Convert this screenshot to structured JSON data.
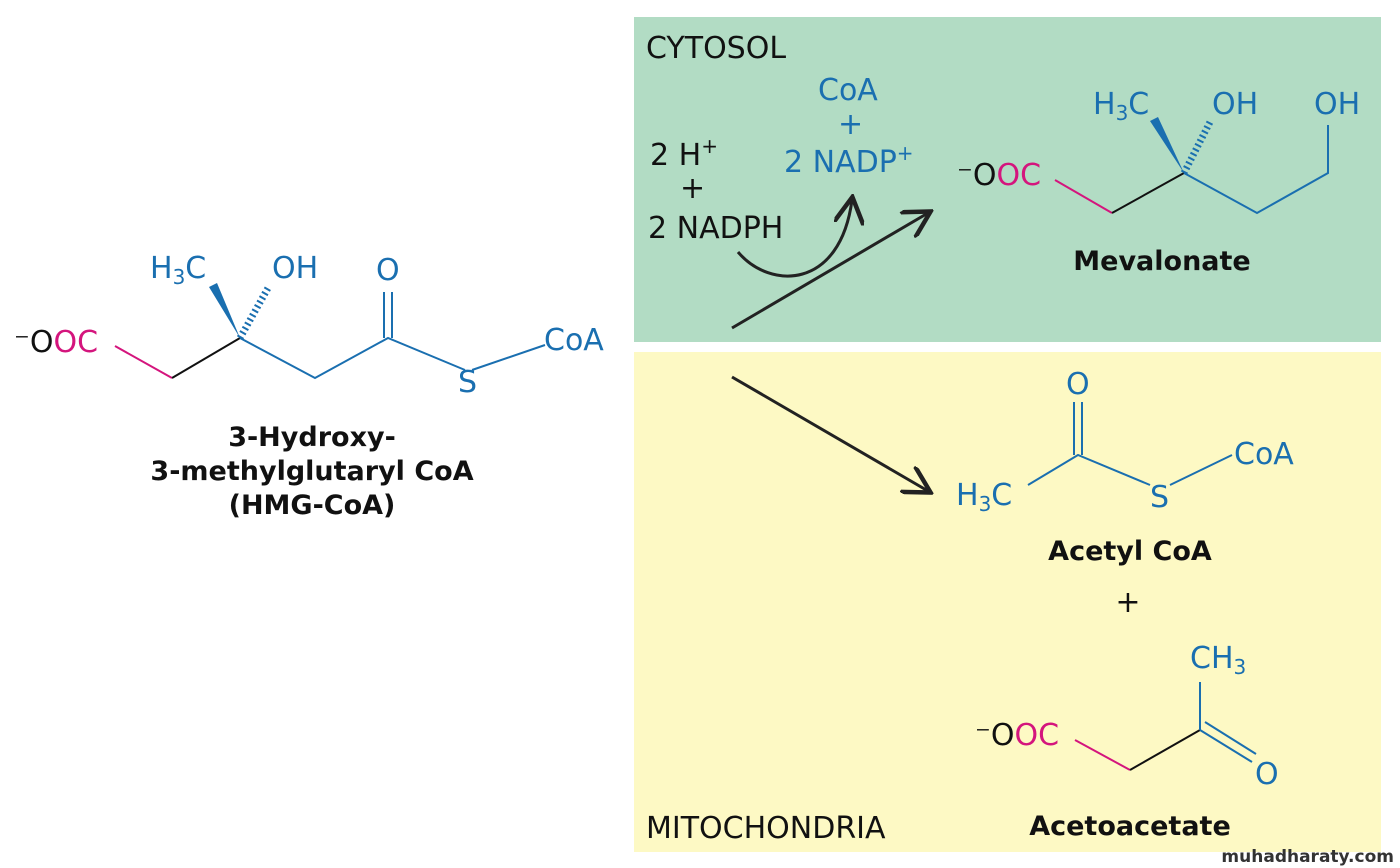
{
  "colors": {
    "cytosol_bg": "#b2dcc4",
    "mito_bg": "#fdf9c4",
    "blue": "#1a6fb0",
    "magenta": "#d4157d"
  },
  "hmg": {
    "ooc_minus": "⁻O",
    "ooc_oc": "OC",
    "h3c": "H",
    "h3c_sub": "3",
    "h3c_c": "C",
    "oh": "OH",
    "o": "O",
    "s": "S",
    "coa": "CoA",
    "name": [
      "3-Hydroxy-",
      "3-methylglutaryl CoA",
      "(HMG-CoA)"
    ]
  },
  "cytosol": {
    "label": "CYTOSOL",
    "h": "2 H",
    "h_sup": "+",
    "plus1": "+",
    "nadph": "2 NADPH",
    "coa": "CoA",
    "plus2": "+",
    "nadp": "2 NADP",
    "nadp_sup": "+"
  },
  "mevalonate": {
    "ooc_minus": "⁻O",
    "ooc_oc": "OC",
    "h3c": "H",
    "h3c_sub": "3",
    "h3c_c": "C",
    "oh1": "OH",
    "oh2": "OH",
    "name": "Mevalonate"
  },
  "mito": {
    "label": "MITOCHONDRIA"
  },
  "acetyl": {
    "o": "O",
    "h3c": "H",
    "h3c_sub": "3",
    "h3c_c": "C",
    "s": "S",
    "coa": "CoA",
    "name": "Acetyl CoA",
    "plus": "+"
  },
  "acetoacetate": {
    "ch": "CH",
    "ch_sub": "3",
    "ooc_minus": "⁻O",
    "ooc_oc": "OC",
    "o": "O",
    "name": "Acetoacetate"
  },
  "watermark": "muhadharaty.com"
}
